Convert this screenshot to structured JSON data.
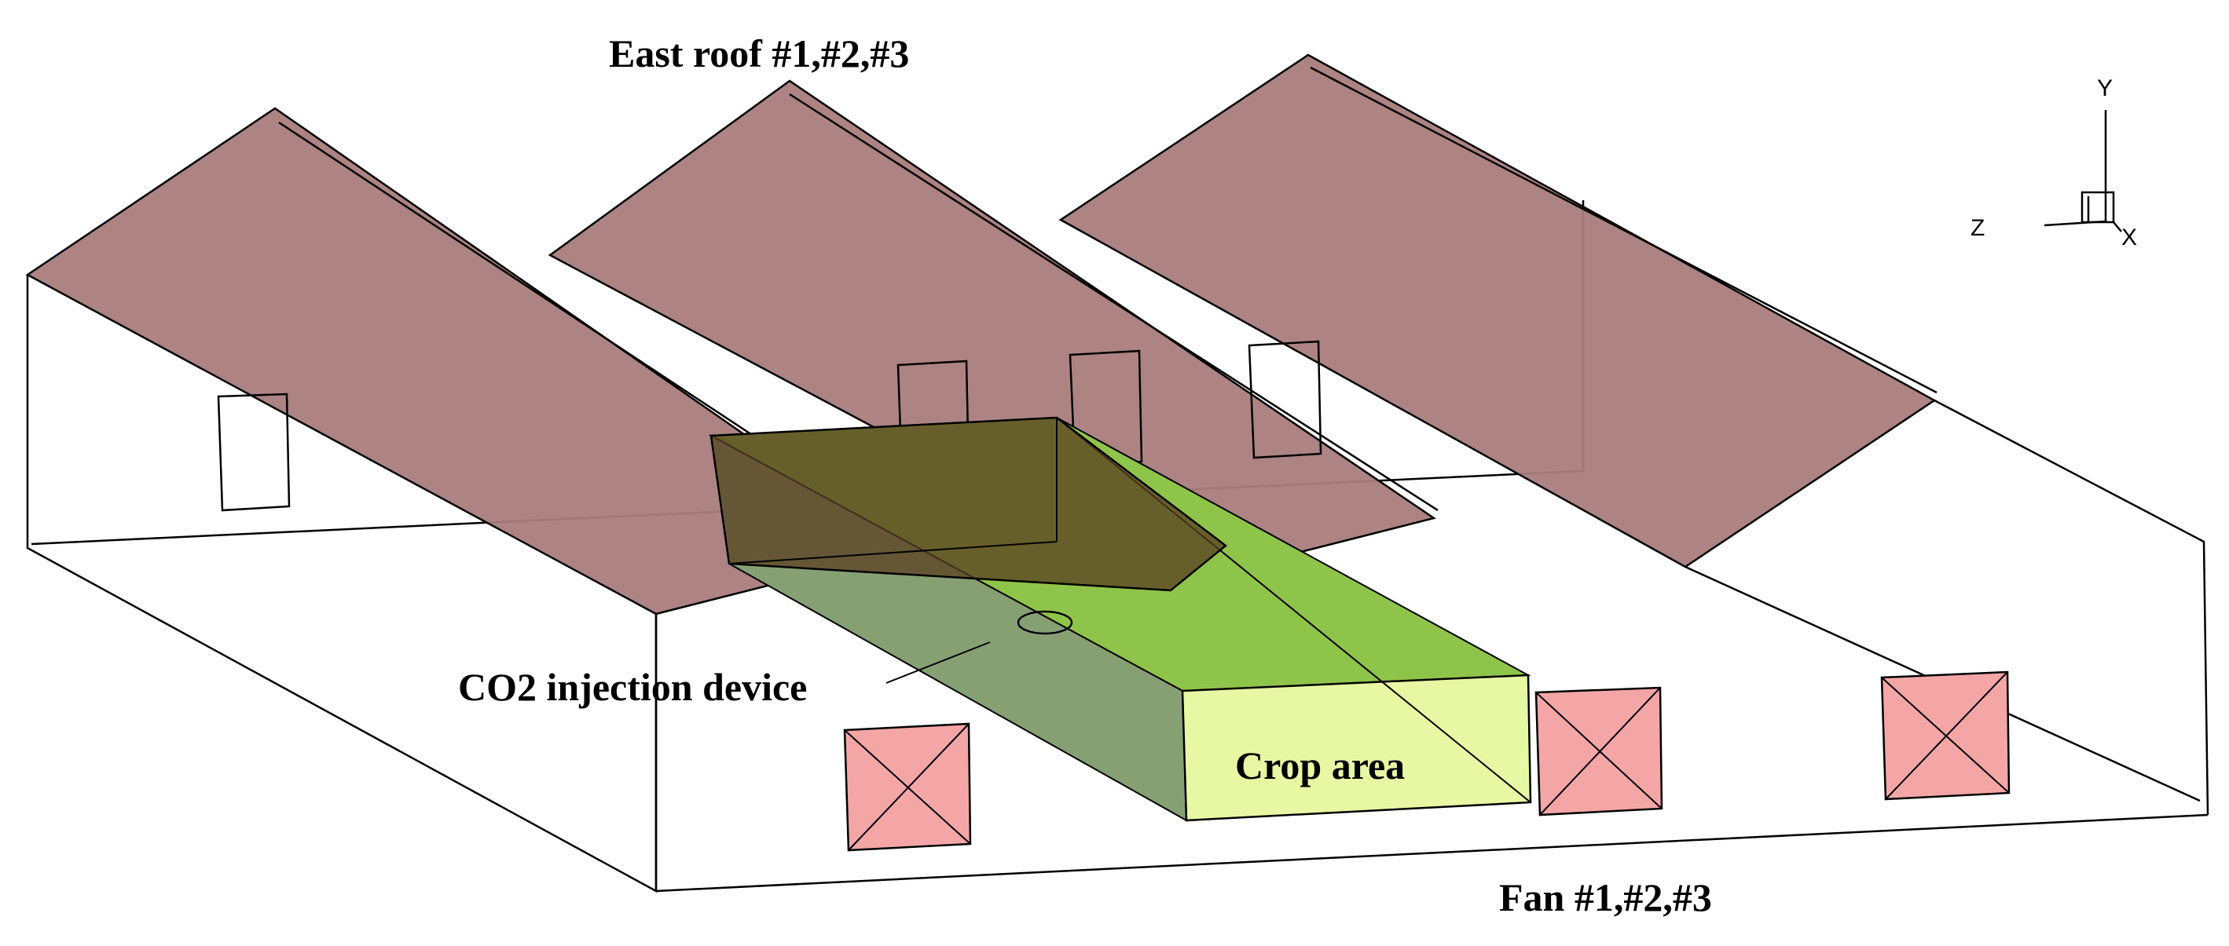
{
  "labels": {
    "east_roof": "East roof #1,#2,#3",
    "co2_device": "CO2 injection device",
    "crop_area": "Crop area",
    "fans": "Fan #1,#2,#3"
  },
  "axes": {
    "y": "Y",
    "z": "Z",
    "x": "X"
  },
  "colors": {
    "roof": "#a97c7c",
    "crop_top": "#8fc44a",
    "crop_side": "#5d8a38",
    "crop_front": "#e7f7a3",
    "crop_left": "#86a074",
    "co2_box": "#5a3d22",
    "fan": "#f4a6a6",
    "line": "#000000"
  }
}
